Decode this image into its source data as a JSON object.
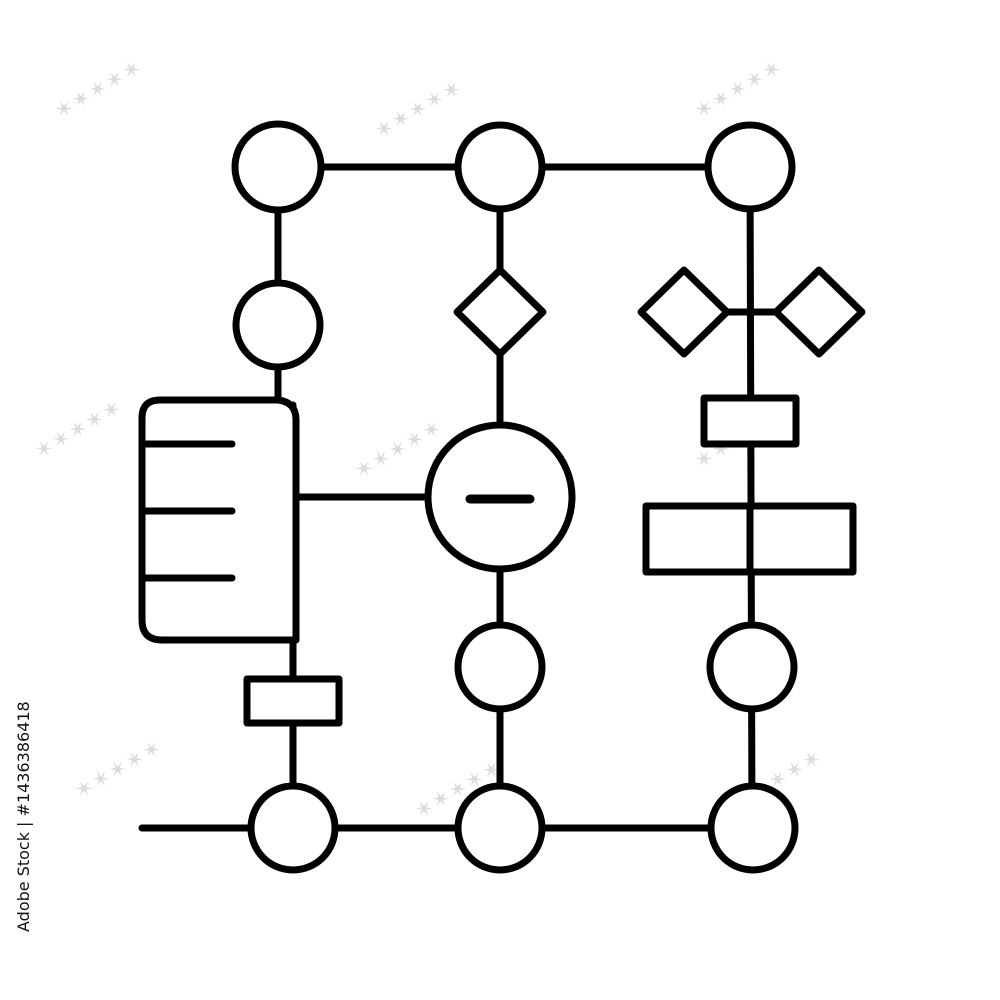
{
  "image": {
    "kind": "line-art icon",
    "subject": "flowchart / process diagram",
    "colors": {
      "stroke": "#000000",
      "background": "#ffffff",
      "watermark": "#d8d8d8"
    }
  },
  "watermark": {
    "stock_id": "Adobe Stock | #1436386418"
  },
  "diagram": {
    "circles": [
      "node-top-left",
      "node-top-center",
      "node-top-right",
      "node-left-second",
      "node-center-minus",
      "node-center-lower",
      "node-right-lower",
      "node-bottom-left",
      "node-bottom-center",
      "node-bottom-right"
    ],
    "diamonds": [
      "diamond-center",
      "diamond-right-left",
      "diamond-right-right"
    ],
    "rectangles": [
      "panel-left",
      "rect-right-small",
      "rect-right-wide",
      "rect-left-small"
    ],
    "minus_symbol": "minus-icon",
    "panel_lines": 3
  }
}
